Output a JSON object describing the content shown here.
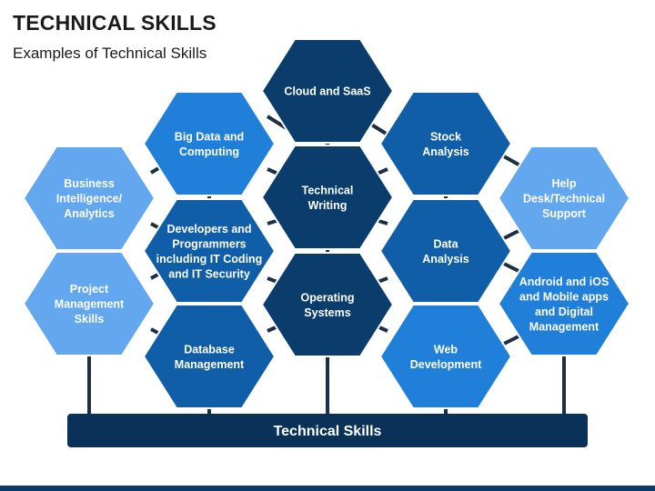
{
  "header": {
    "title": "TECHNICAL SKILLS",
    "subtitle": "Examples of Technical Skills"
  },
  "colors": {
    "dark": "#0a3d6b",
    "medium": "#0f5ea7",
    "bright": "#1f7fd9",
    "light": "#63a8ef",
    "base": "#0a3258",
    "connector": "#1b2f45",
    "bottom_strip": "#0b3a64"
  },
  "diagram": {
    "base_label": "Technical Skills",
    "hexagons": [
      {
        "id": "cloud-and-saas",
        "lines": [
          "Cloud and SaaS"
        ],
        "tone": "dark"
      },
      {
        "id": "technical-writing",
        "lines": [
          "Technical",
          "Writing"
        ],
        "tone": "dark"
      },
      {
        "id": "operating-systems",
        "lines": [
          "Operating",
          "Systems"
        ],
        "tone": "dark"
      },
      {
        "id": "big-data-and-computing",
        "lines": [
          "Big Data and",
          "Computing"
        ],
        "tone": "bright"
      },
      {
        "id": "developers-and-programmers",
        "lines": [
          "Developers and",
          "Programmers",
          "including IT Coding",
          "and IT Security"
        ],
        "tone": "medium"
      },
      {
        "id": "database-management",
        "lines": [
          "Database",
          "Management"
        ],
        "tone": "medium"
      },
      {
        "id": "stock-analysis",
        "lines": [
          "Stock",
          "Analysis"
        ],
        "tone": "medium"
      },
      {
        "id": "data-analysis",
        "lines": [
          "Data",
          "Analysis"
        ],
        "tone": "medium"
      },
      {
        "id": "web-development",
        "lines": [
          "Web",
          "Development"
        ],
        "tone": "bright"
      },
      {
        "id": "business-intelligence-analytics",
        "lines": [
          "Business",
          "Intelligence/",
          "Analytics"
        ],
        "tone": "light"
      },
      {
        "id": "project-management-skills",
        "lines": [
          "Project",
          "Management",
          "Skills"
        ],
        "tone": "light"
      },
      {
        "id": "help-desk-technical-support",
        "lines": [
          "Help",
          "Desk/Technical",
          "Support"
        ],
        "tone": "light"
      },
      {
        "id": "android-ios-mobile-digital",
        "lines": [
          "Android and iOS",
          "and Mobile apps",
          "and Digital",
          "Management"
        ],
        "tone": "bright"
      }
    ]
  }
}
